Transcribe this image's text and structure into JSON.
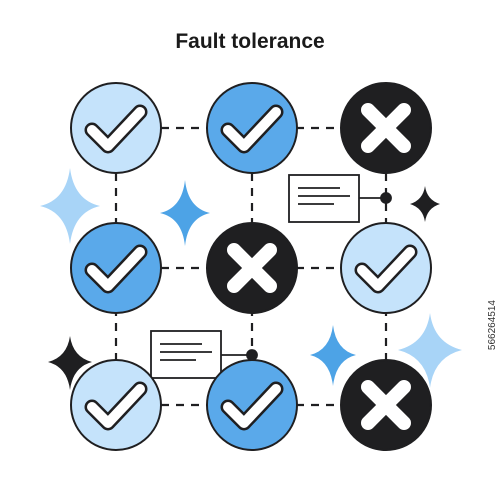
{
  "title": "Fault tolerance",
  "side_caption": "566264514",
  "colors": {
    "light_blue": "#c5e3fb",
    "medium_blue": "#5aa9ea",
    "dark": "#1f1f21",
    "sparkle_light": "#a8d4f7",
    "sparkle_medium": "#4da3e6",
    "sparkle_dark": "#1f1f21",
    "outline": "#1f1f21"
  },
  "nodes": [
    {
      "id": "r1c1",
      "status": "ok",
      "fill": "light"
    },
    {
      "id": "r1c2",
      "status": "ok",
      "fill": "medium"
    },
    {
      "id": "r1c3",
      "status": "fail",
      "fill": "dark"
    },
    {
      "id": "r2c1",
      "status": "ok",
      "fill": "medium"
    },
    {
      "id": "r2c2",
      "status": "fail",
      "fill": "dark"
    },
    {
      "id": "r2c3",
      "status": "ok",
      "fill": "light"
    },
    {
      "id": "r3c1",
      "status": "ok",
      "fill": "light"
    },
    {
      "id": "r3c2",
      "status": "ok",
      "fill": "medium"
    },
    {
      "id": "r3c3",
      "status": "fail",
      "fill": "dark"
    }
  ],
  "icons": {
    "ok": "check-icon",
    "fail": "cross-icon",
    "note": "document-note-icon",
    "sparkle": "sparkle-icon"
  }
}
